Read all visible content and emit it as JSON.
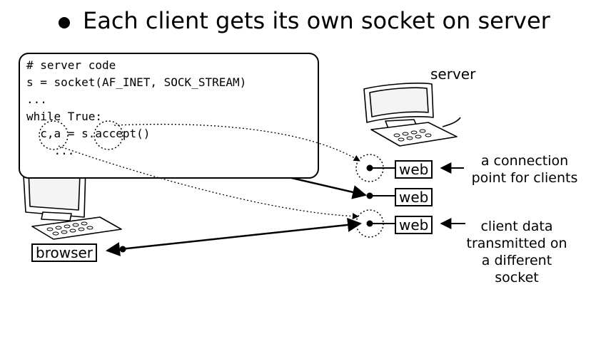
{
  "title": "Each client gets its own socket on server",
  "code_lines": [
    "# server code",
    "s = socket(AF_INET, SOCK_STREAM)",
    "...",
    "while True:",
    "  c,a = s.accept()",
    "    ..."
  ],
  "labels": {
    "server": "server",
    "browser": "browser",
    "web_1": "web",
    "web_2": "web",
    "web_3": "web",
    "annotation_connection": "a connection point for clients",
    "annotation_client_data": "client data transmitted on a different socket"
  },
  "icons": [
    "bullet-icon",
    "server-computer-icon",
    "client-computer-icon",
    "socket-endpoint-icon"
  ]
}
